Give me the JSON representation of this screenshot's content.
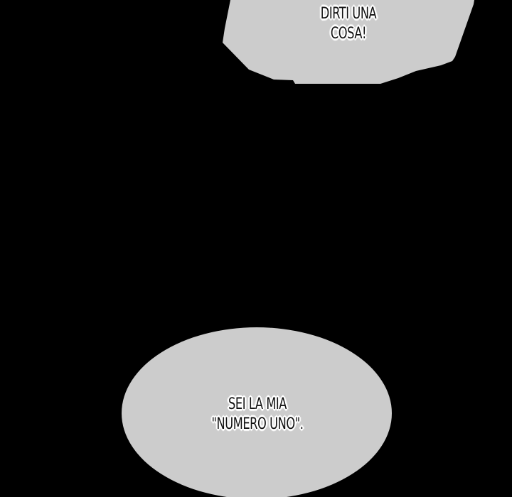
{
  "colors": {
    "background": "#000000",
    "bubble": "#cccccc",
    "text": "#111111",
    "text_outline": "#ffffff"
  },
  "bubbles": [
    {
      "id": "top",
      "shape": "polygon",
      "lines": [
        "",
        "DIRTI UNA",
        "COSA!"
      ],
      "note_first_line_cut_off": true
    },
    {
      "id": "bottom",
      "shape": "ellipse",
      "lines": [
        "SEI LA MIA",
        "\"NUMERO UNO\"."
      ]
    }
  ]
}
